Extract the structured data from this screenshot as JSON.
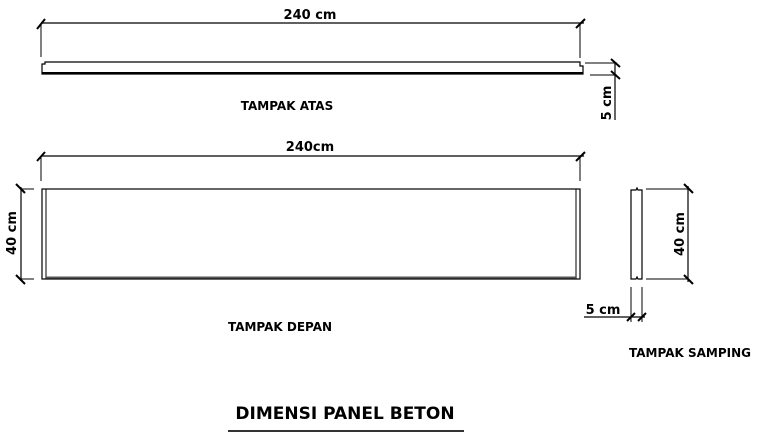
{
  "drawing": {
    "title": "DIMENSI PANEL BETON",
    "colors": {
      "line": "#000000",
      "background": "#ffffff"
    },
    "views": {
      "top": {
        "label": "TAMPAK ATAS",
        "length_dim": "240 cm",
        "thickness_dim": "5 cm"
      },
      "front": {
        "label": "TAMPAK DEPAN",
        "length_dim": "240cm",
        "height_dim": "40 cm"
      },
      "side": {
        "label": "TAMPAK SAMPING",
        "height_dim": "40 cm",
        "thickness_dim": "5 cm"
      }
    }
  }
}
